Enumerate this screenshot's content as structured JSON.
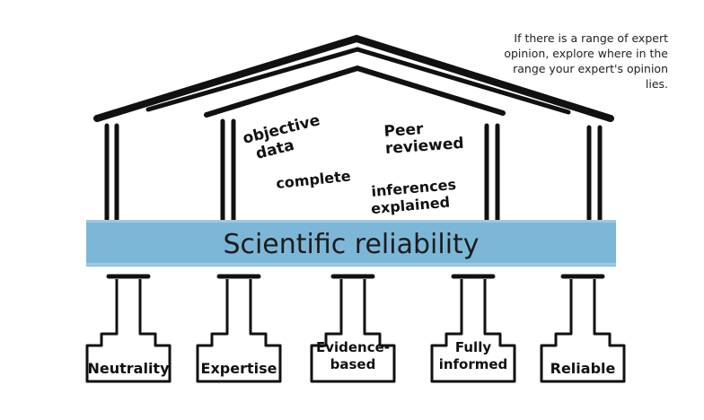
{
  "note": "If there is a range of expert opinion, explore where in the range your expert's opinion lies.",
  "beam_label": "Scientific reliability",
  "roof_words": [
    [
      "objective",
      "data"
    ],
    [
      "Peer",
      "reviewed"
    ],
    [
      "complete"
    ],
    [
      "inferences",
      "explained"
    ]
  ],
  "pillars": [
    [
      "Neutrality"
    ],
    [
      "Expertise"
    ],
    [
      "Evidence-",
      "based"
    ],
    [
      "Fully",
      "informed"
    ],
    [
      "Reliable"
    ]
  ],
  "colors": {
    "beam": "#7db7d8",
    "ink": "#111111"
  }
}
